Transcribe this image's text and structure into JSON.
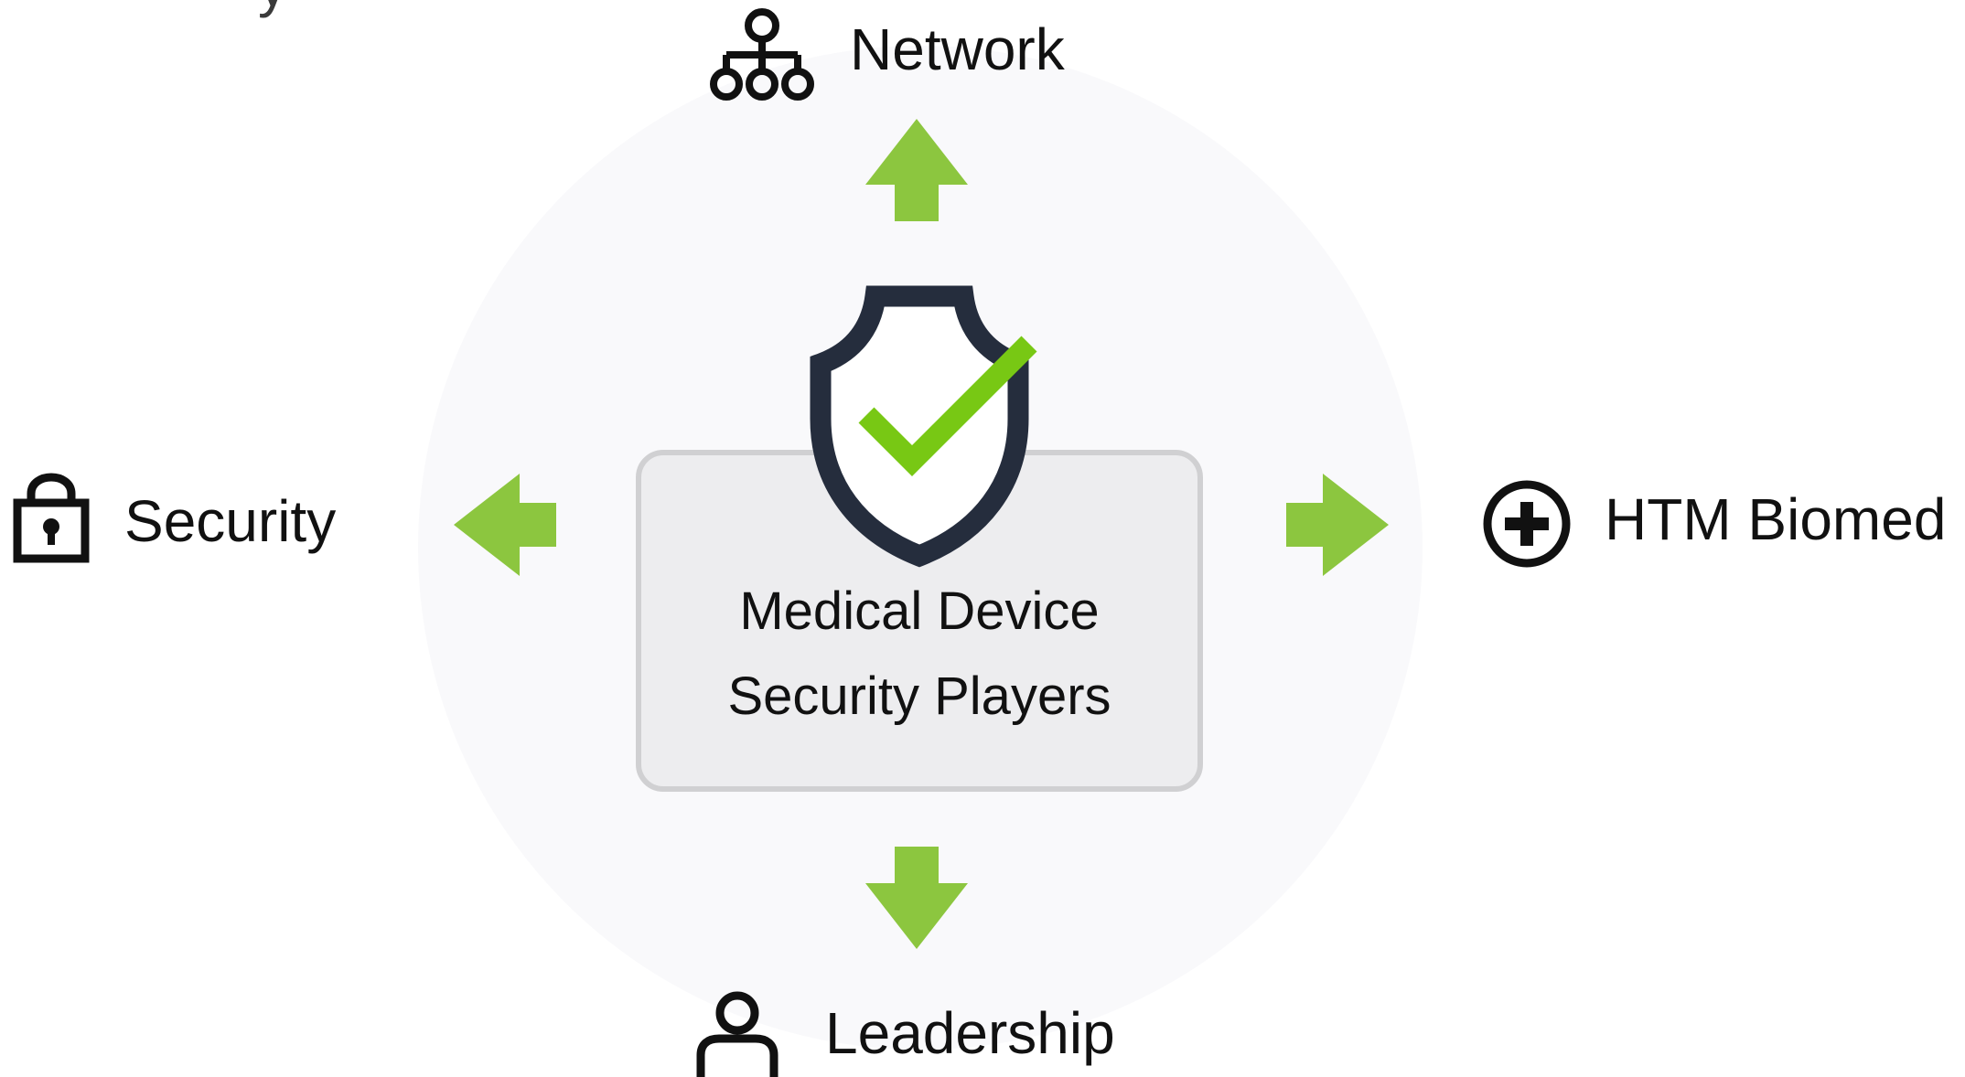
{
  "center": {
    "line1": "Medical Device",
    "line2": "Security Players",
    "icon": "shield-check-icon"
  },
  "nodes": {
    "network": {
      "label": "Network",
      "icon": "network-hierarchy-icon"
    },
    "security": {
      "label": "Security",
      "icon": "padlock-icon"
    },
    "biomed": {
      "label": "HTM Biomed",
      "icon": "medical-plus-icon"
    },
    "leadership": {
      "label": "Leadership",
      "icon": "user-icon"
    }
  },
  "cut_off_text": "y",
  "colors": {
    "arrow": "#8cc63f",
    "check": "#78c814",
    "shield_outline": "#252d3d",
    "background_circle": "#f9f9fb",
    "box_fill": "#ededef",
    "box_border": "#d0d0d2"
  }
}
